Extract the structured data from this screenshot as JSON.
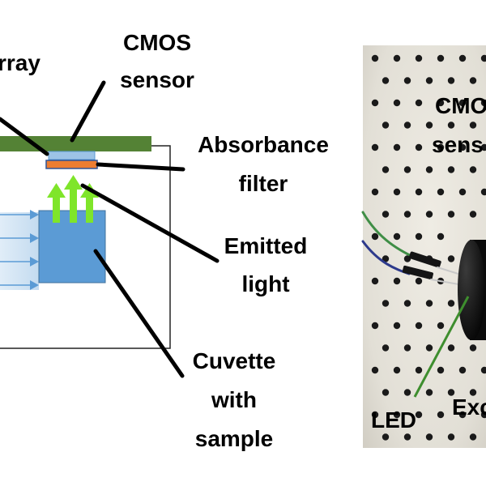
{
  "diagram": {
    "labels": {
      "array_fragment": "rray",
      "cmos_sensor": [
        "CMOS",
        "sensor"
      ],
      "absorbance_filter": [
        "Absorbance",
        "filter"
      ],
      "emitted_light": [
        "Emitted",
        "light"
      ],
      "cuvette_with_sample": [
        "Cuvette",
        "with",
        "sample"
      ]
    }
  },
  "photo": {
    "labels": {
      "cmos_sensor_fragment": [
        "CMO",
        "sens"
      ],
      "led": "LED",
      "excitation_fragment": "Exc"
    }
  },
  "colors": {
    "board_green": "#548235",
    "filter_orange": "#ED7D31",
    "sensor_blue": "#9DC3E6",
    "cuvette_blue": "#5B9BD5",
    "beam_blue": "#BDD7EE",
    "emission_green": "#7FE52A",
    "photo_background": "#E9E6DE",
    "led_line_green": "#3E8E2E"
  }
}
